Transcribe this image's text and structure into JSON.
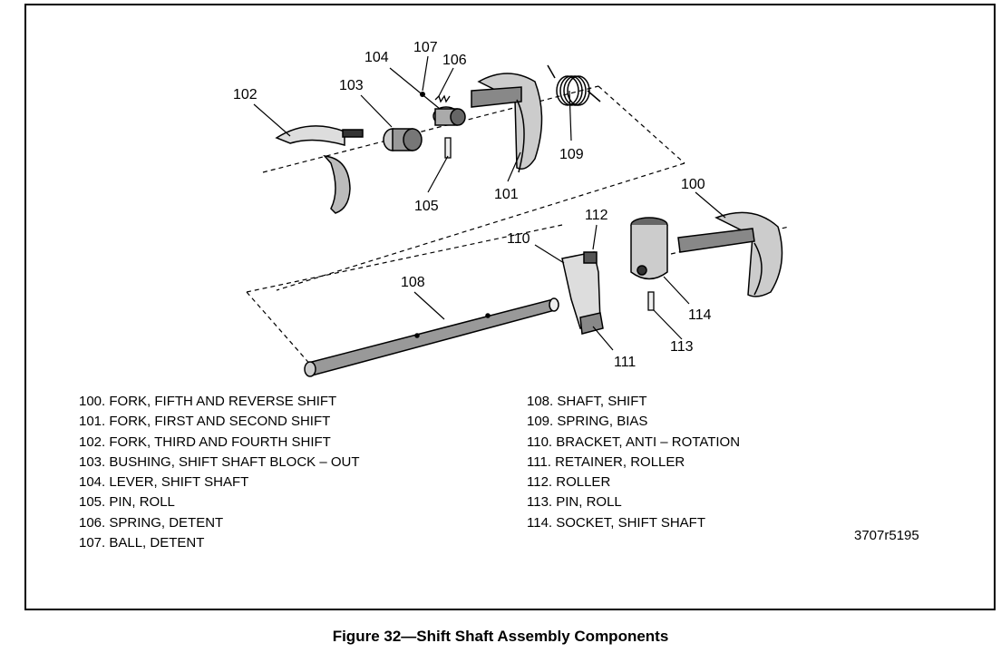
{
  "callouts": {
    "c100": "100",
    "c101": "101",
    "c102": "102",
    "c103": "103",
    "c104": "104",
    "c105": "105",
    "c106": "106",
    "c107": "107",
    "c108": "108",
    "c109": "109",
    "c110": "110",
    "c111": "111",
    "c112": "112",
    "c113": "113",
    "c114": "114"
  },
  "legend_left": [
    "100. FORK, FIFTH AND REVERSE SHIFT",
    "101. FORK, FIRST AND SECOND SHIFT",
    "102. FORK, THIRD AND FOURTH SHIFT",
    "103. BUSHING, SHIFT SHAFT BLOCK – OUT",
    "104. LEVER, SHIFT SHAFT",
    "105. PIN, ROLL",
    "106. SPRING, DETENT",
    "107. BALL, DETENT"
  ],
  "legend_right": [
    "108. SHAFT, SHIFT",
    "109. SPRING, BIAS",
    "110. BRACKET, ANTI – ROTATION",
    "111. RETAINER, ROLLER",
    "112. ROLLER",
    "113. PIN, ROLL",
    "114. SOCKET, SHIFT SHAFT"
  ],
  "reference_code": "3707r5195",
  "caption": "Figure 32—Shift Shaft Assembly Components"
}
